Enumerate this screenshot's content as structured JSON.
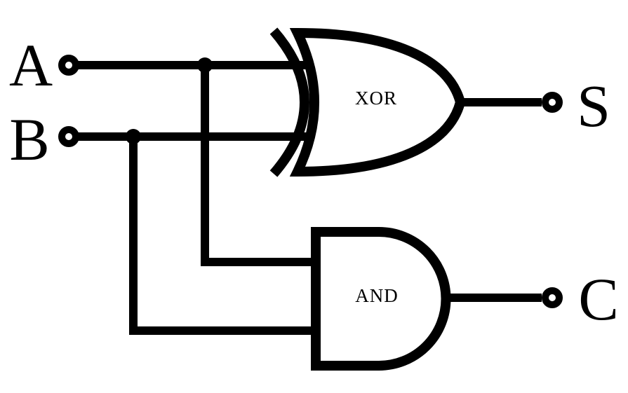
{
  "diagram": {
    "type": "logic-circuit",
    "colors": {
      "background": "#ffffff",
      "ink": "#000000"
    },
    "inputs": [
      {
        "label": "A"
      },
      {
        "label": "B"
      }
    ],
    "outputs": [
      {
        "label": "S",
        "from_gate": "XOR"
      },
      {
        "label": "C",
        "from_gate": "AND"
      }
    ],
    "gates": [
      {
        "label": "XOR",
        "type": "XOR",
        "inputs": [
          "A",
          "B"
        ],
        "output": "S"
      },
      {
        "label": "AND",
        "type": "AND",
        "inputs": [
          "A",
          "B"
        ],
        "output": "C"
      }
    ],
    "junctions": [
      {
        "on": "A",
        "branches_to": "AND"
      },
      {
        "on": "B",
        "branches_to": "AND"
      }
    ]
  }
}
